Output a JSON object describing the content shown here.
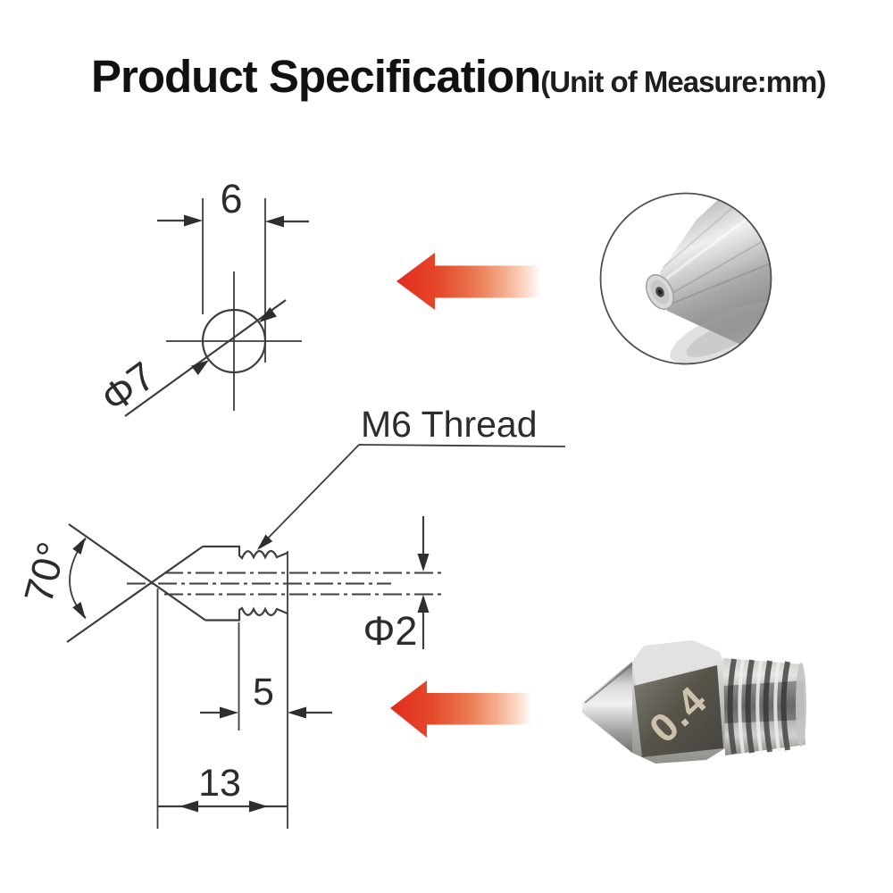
{
  "header": {
    "title": "Product Specification",
    "unit_note": "(Unit of Measure:mm)"
  },
  "top_view": {
    "flat_width": "6",
    "head_diameter": "Φ7"
  },
  "side_view": {
    "thread_callout": "M6 Thread",
    "cone_angle": "70°",
    "bore_diameter": "Φ2",
    "thread_length": "5",
    "overall_length": "13"
  },
  "photos": {
    "nozzle_marking": "0.4",
    "top_photo": "nozzle-tip-closeup",
    "bottom_photo": "mk8-nozzle-side"
  },
  "colors": {
    "arrow_red": "#e42a1e",
    "drawing_line": "#3d3d3d",
    "marking_text": "#cdc2ab",
    "background": "#ffffff"
  }
}
